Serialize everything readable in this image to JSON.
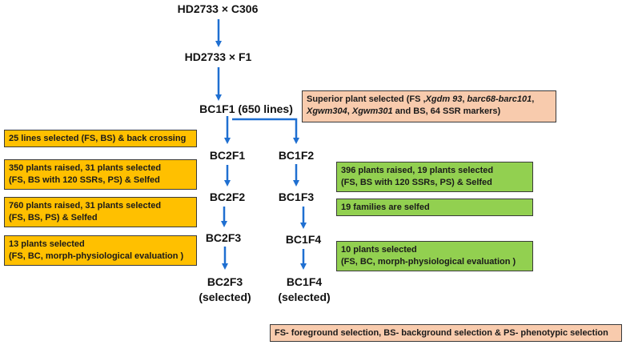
{
  "colors": {
    "arrow": "#1f6fd1",
    "orange_box": "#ffc000",
    "green_box": "#92d050",
    "peach_box": "#f8cbad"
  },
  "nodes": {
    "cross": "HD2733 × C306",
    "f1": "HD2733 × F1",
    "bc1f1": "BC1F1 (650 lines)",
    "bc2f1": "BC2F1",
    "bc2f2": "BC2F2",
    "bc2f3": "BC2F3",
    "bc2f3_sel": "BC2F3",
    "bc2f3_sel_note": "(selected)",
    "bc1f2": "BC1F2",
    "bc1f3": "BC1F3",
    "bc1f4": "BC1F4",
    "bc1f4_sel": "BC1F4",
    "bc1f4_sel_note": "(selected)"
  },
  "superior_box": {
    "l1_a": "Superior plant selected (FS ,",
    "l1_b": "Xgdm 93",
    "l1_c": ", ",
    "l1_d": "barc68-barc101",
    "l1_e": ",",
    "l2_a": "Xgwm304",
    "l2_b": ", ",
    "l2_c": "Xgwm301",
    "l2_d": " and BS, 64 SSR markers)"
  },
  "left_boxes": {
    "b1": "25 lines selected (FS, BS) & back crossing",
    "b2_l1": "350 plants raised, 31 plants selected",
    "b2_l2": "(FS, BS with 120 SSRs, PS) & Selfed",
    "b3_l1": "760 plants raised, 31 plants selected",
    "b3_l2": "(FS, BS, PS) & Selfed",
    "b4_l1": "13 plants selected",
    "b4_l2": "(FS, BC, morph-physiological evaluation )"
  },
  "right_boxes": {
    "b1_l1": "396 plants raised, 19 plants selected",
    "b1_l2": "(FS, BS with 120 SSRs, PS) & Selfed",
    "b2": "19 families are selfed",
    "b3_l1": "10 plants selected",
    "b3_l2": "(FS, BC, morph-physiological evaluation )"
  },
  "legend": "FS- foreground selection, BS- background selection & PS-  phenotypic selection"
}
